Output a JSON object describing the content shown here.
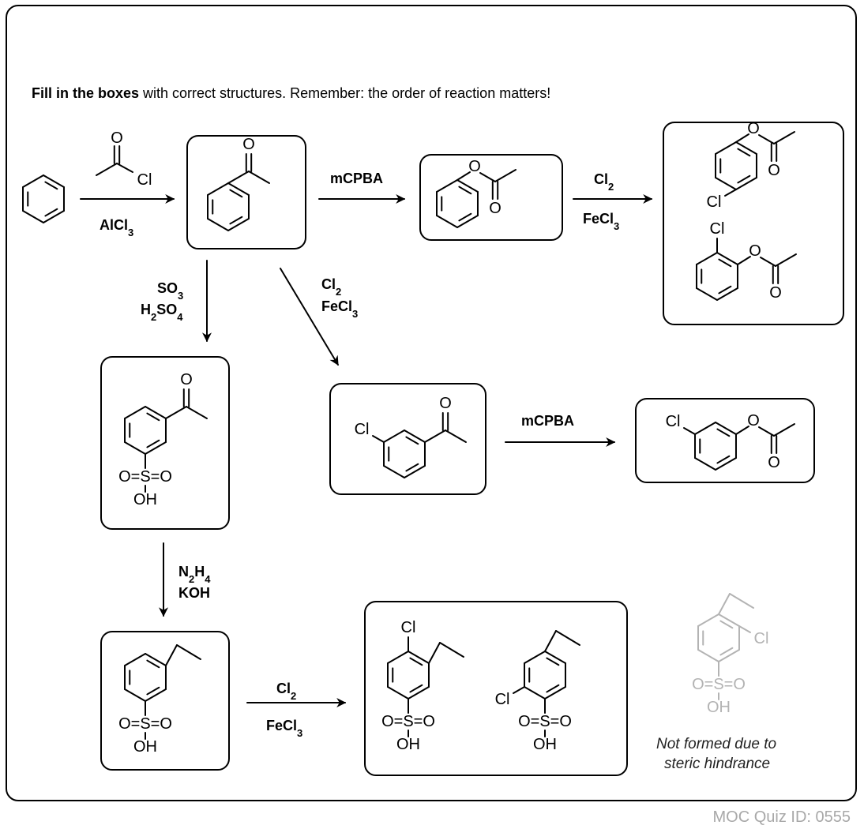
{
  "instructions": {
    "bold": "Fill in the boxes",
    "rest": " with correct structures. Remember: the order of reaction matters!"
  },
  "reagents": {
    "acyl_chloride_catalyst": "AlCl3",
    "oxidation_1": "mCPBA",
    "chlorination_1_top": "Cl2",
    "chlorination_1_bottom": "FeCl3",
    "sulfonation_top": "SO3",
    "sulfonation_bottom": "H2SO4",
    "chlorination_2_top": "Cl2",
    "chlorination_2_bottom": "FeCl3",
    "oxidation_2": "mCPBA",
    "reduction_top": "N2H4",
    "reduction_bottom": "KOH",
    "chlorination_3_top": "Cl2",
    "chlorination_3_bottom": "FeCl3"
  },
  "atom_labels": {
    "oxygen": "O",
    "chlorine": "Cl",
    "sulfonyl": "O=S=O",
    "hydroxyl": "OH"
  },
  "note": {
    "line1": "Not formed due to",
    "line2": "steric hindrance"
  },
  "quiz_id": "MOC Quiz ID: 0555",
  "colors": {
    "lines": "#000000",
    "not_formed": "#b3b3b3",
    "quiz_id": "#a8a8a8"
  }
}
